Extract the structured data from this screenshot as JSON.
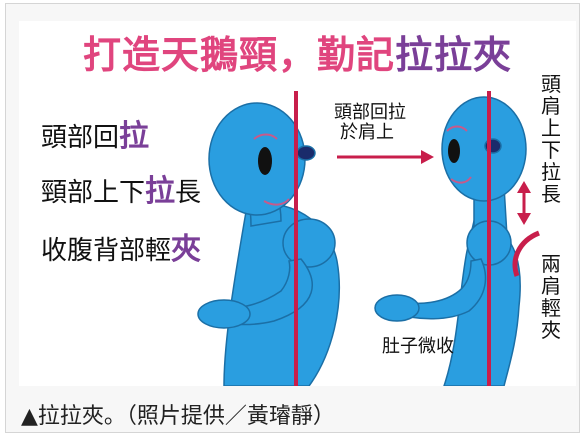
{
  "title": {
    "part1": "打造天鵝頸，勤記",
    "part2": "拉拉夾"
  },
  "instructions": [
    {
      "prefix": "頭部回",
      "highlight": "拉",
      "suffix": ""
    },
    {
      "prefix": "頸部上下",
      "highlight": "拉",
      "suffix": "長"
    },
    {
      "prefix": "收腹背部輕",
      "highlight": "夾",
      "suffix": ""
    }
  ],
  "arrow_label": {
    "line1": "頭部回拉",
    "line2": "於肩上"
  },
  "vertical_labels": {
    "neck_stretch": "頭肩上下拉長",
    "shoulders": "兩肩輕夾"
  },
  "belly_label": "肚子微收",
  "caption": "▲拉拉夾。（照片提供／黃璿靜）",
  "colors": {
    "figure": "#2a9ee0",
    "line": "#c81e4b",
    "title_pink": "#e0457e",
    "title_purple": "#7a3f98"
  }
}
